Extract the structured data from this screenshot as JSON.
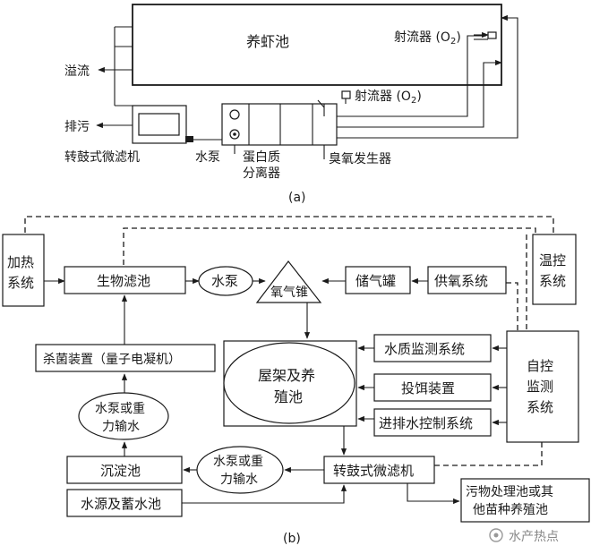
{
  "diagram_a": {
    "tank": "养虾池",
    "ejector_top": "射流器 (O",
    "ejector_mid": "射流器 (O",
    "o2_sub": "2",
    "close_paren": ")",
    "overflow": "溢流",
    "drain": "排污",
    "drum_filter": "转鼓式微滤机",
    "pump": "水泵",
    "skimmer_1": "蛋白质",
    "skimmer_2": "分离器",
    "ozone": "臭氧发生器",
    "caption": "(a)"
  },
  "diagram_b": {
    "heating_1": "加热",
    "heating_2": "系统",
    "biofilter": "生物滤池",
    "pump": "水泵",
    "oxygen_cone": "氧气锥",
    "gas_tank": "储气罐",
    "oxygen_supply": "供氧系统",
    "temp_ctrl_1": "温控",
    "temp_ctrl_2": "系统",
    "sterilizer": "杀菌装置（量子电凝机）",
    "shelter_pond_1": "屋架及养",
    "shelter_pond_2": "殖池",
    "water_quality": "水质监测系统",
    "feeder": "投饵装置",
    "inout_ctrl": "进排水控制系统",
    "auto_1": "自控",
    "auto_2": "监测",
    "auto_3": "系统",
    "pump_gravity_1a": "水泵或重",
    "pump_gravity_1b": "力输水",
    "sedimentation": "沉淀池",
    "pump_gravity_2a": "水泵或重",
    "pump_gravity_2b": "力输水",
    "drum_filter": "转鼓式微滤机",
    "water_source": "水源及蓄水池",
    "sewage_1": "污物处理池或其",
    "sewage_2": "他苗种养殖池",
    "caption": "(b)"
  },
  "watermark": "水产热点"
}
